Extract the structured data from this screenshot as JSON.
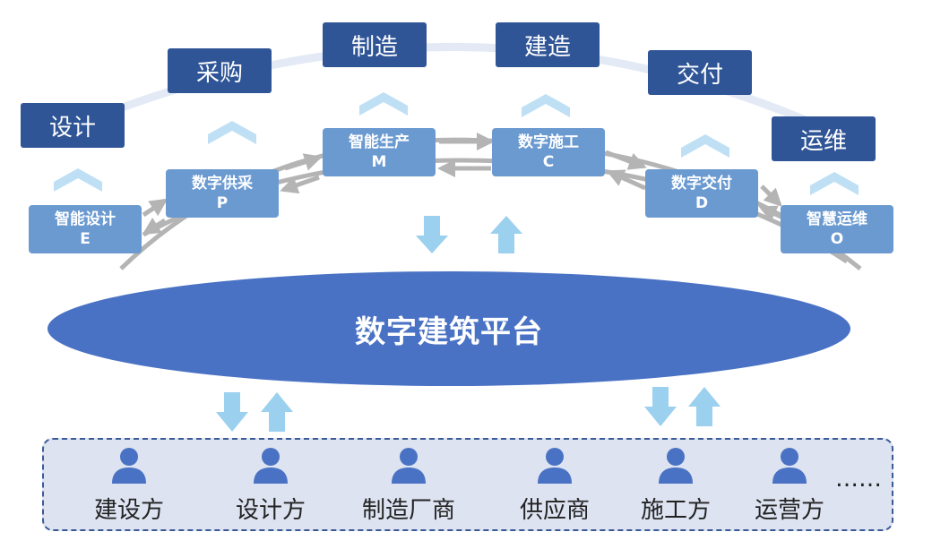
{
  "colors": {
    "phase_box": "#2f5597",
    "digital_box": "#6b9ad1",
    "platform": "#4a72c4",
    "chevron": "#bfe0f4",
    "arrow": "#9bd0ef",
    "flow_arrow": "#b4b4b4",
    "party_bg": "#dde3f1",
    "party_border": "#3a5a96",
    "person_icon": "#4a72c4"
  },
  "phases": [
    {
      "id": "design",
      "label": "设计"
    },
    {
      "id": "procure",
      "label": "采购"
    },
    {
      "id": "manufacture",
      "label": "制造"
    },
    {
      "id": "construct",
      "label": "建造"
    },
    {
      "id": "deliver",
      "label": "交付"
    },
    {
      "id": "operate",
      "label": "运维"
    }
  ],
  "digital_phases": [
    {
      "id": "design",
      "label": "智能设计",
      "code": "E"
    },
    {
      "id": "procure",
      "label": "数字供采",
      "code": "P"
    },
    {
      "id": "manufacture",
      "label": "智能生产",
      "code": "M"
    },
    {
      "id": "construct",
      "label": "数字施工",
      "code": "C"
    },
    {
      "id": "deliver",
      "label": "数字交付",
      "code": "D"
    },
    {
      "id": "operate",
      "label": "智慧运维",
      "code": "O"
    }
  ],
  "platform": {
    "label": "数字建筑平台"
  },
  "parties": [
    {
      "id": "owner",
      "label": "建设方",
      "icon": "person-icon"
    },
    {
      "id": "designer",
      "label": "设计方",
      "icon": "person-icon"
    },
    {
      "id": "manufacturer",
      "label": "制造厂商",
      "icon": "person-icon"
    },
    {
      "id": "supplier",
      "label": "供应商",
      "icon": "person-icon"
    },
    {
      "id": "contractor",
      "label": "施工方",
      "icon": "person-icon"
    },
    {
      "id": "operator",
      "label": "运营方",
      "icon": "person-icon"
    }
  ],
  "more_label": "……"
}
